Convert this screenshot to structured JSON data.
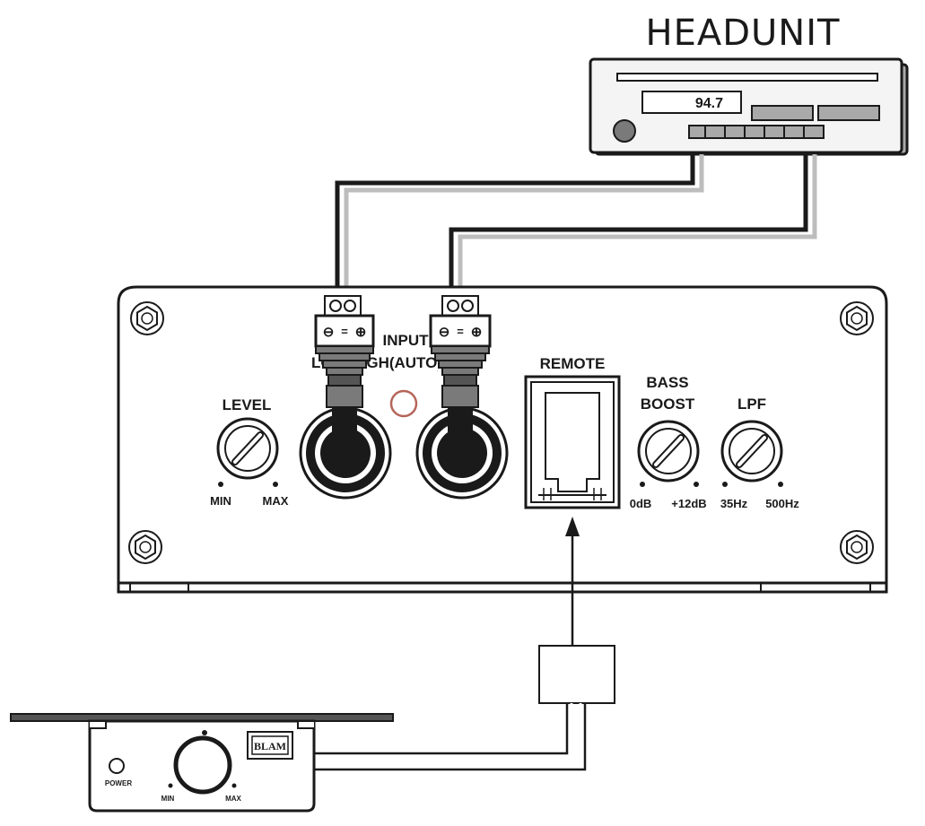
{
  "headunit": {
    "title": "HEADUNIT",
    "frequency": "94.7"
  },
  "amplifier": {
    "input_label_line1": "INPUT",
    "input_label_line2": "LOW/HIGH(AUTO)",
    "level": {
      "label": "LEVEL",
      "min": "MIN",
      "max": "MAX"
    },
    "remote": {
      "label": "REMOTE"
    },
    "bass_boost": {
      "label_line1": "BASS",
      "label_line2": "BOOST",
      "min": "0dB",
      "max": "+12dB"
    },
    "lpf": {
      "label": "LPF",
      "min": "35Hz",
      "max": "500Hz"
    },
    "plug_polarity": {
      "neg": "⊖",
      "minus": "=",
      "pos": "⊕"
    }
  },
  "remote_knob": {
    "power_label": "POWER",
    "min": "MIN",
    "max": "MAX",
    "logo": "BLAM"
  }
}
